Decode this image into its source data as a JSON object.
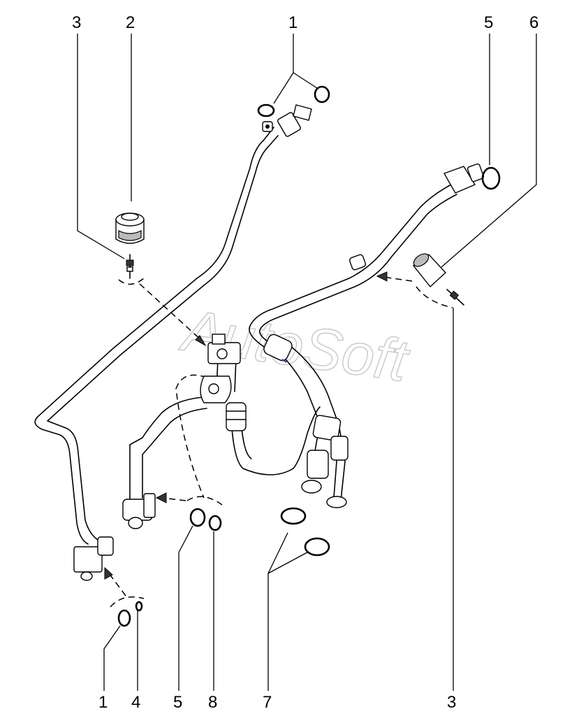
{
  "diagram": {
    "watermark": "AutoSoft",
    "callouts": [
      {
        "id": "c-top-3",
        "label": "3"
      },
      {
        "id": "c-top-2",
        "label": "2"
      },
      {
        "id": "c-top-1",
        "label": "1"
      },
      {
        "id": "c-top-5",
        "label": "5"
      },
      {
        "id": "c-top-6",
        "label": "6"
      },
      {
        "id": "c-bot-1",
        "label": "1"
      },
      {
        "id": "c-bot-4",
        "label": "4"
      },
      {
        "id": "c-bot-5",
        "label": "5"
      },
      {
        "id": "c-bot-8",
        "label": "8"
      },
      {
        "id": "c-bot-7",
        "label": "7"
      },
      {
        "id": "c-bot-3",
        "label": "3"
      }
    ]
  }
}
